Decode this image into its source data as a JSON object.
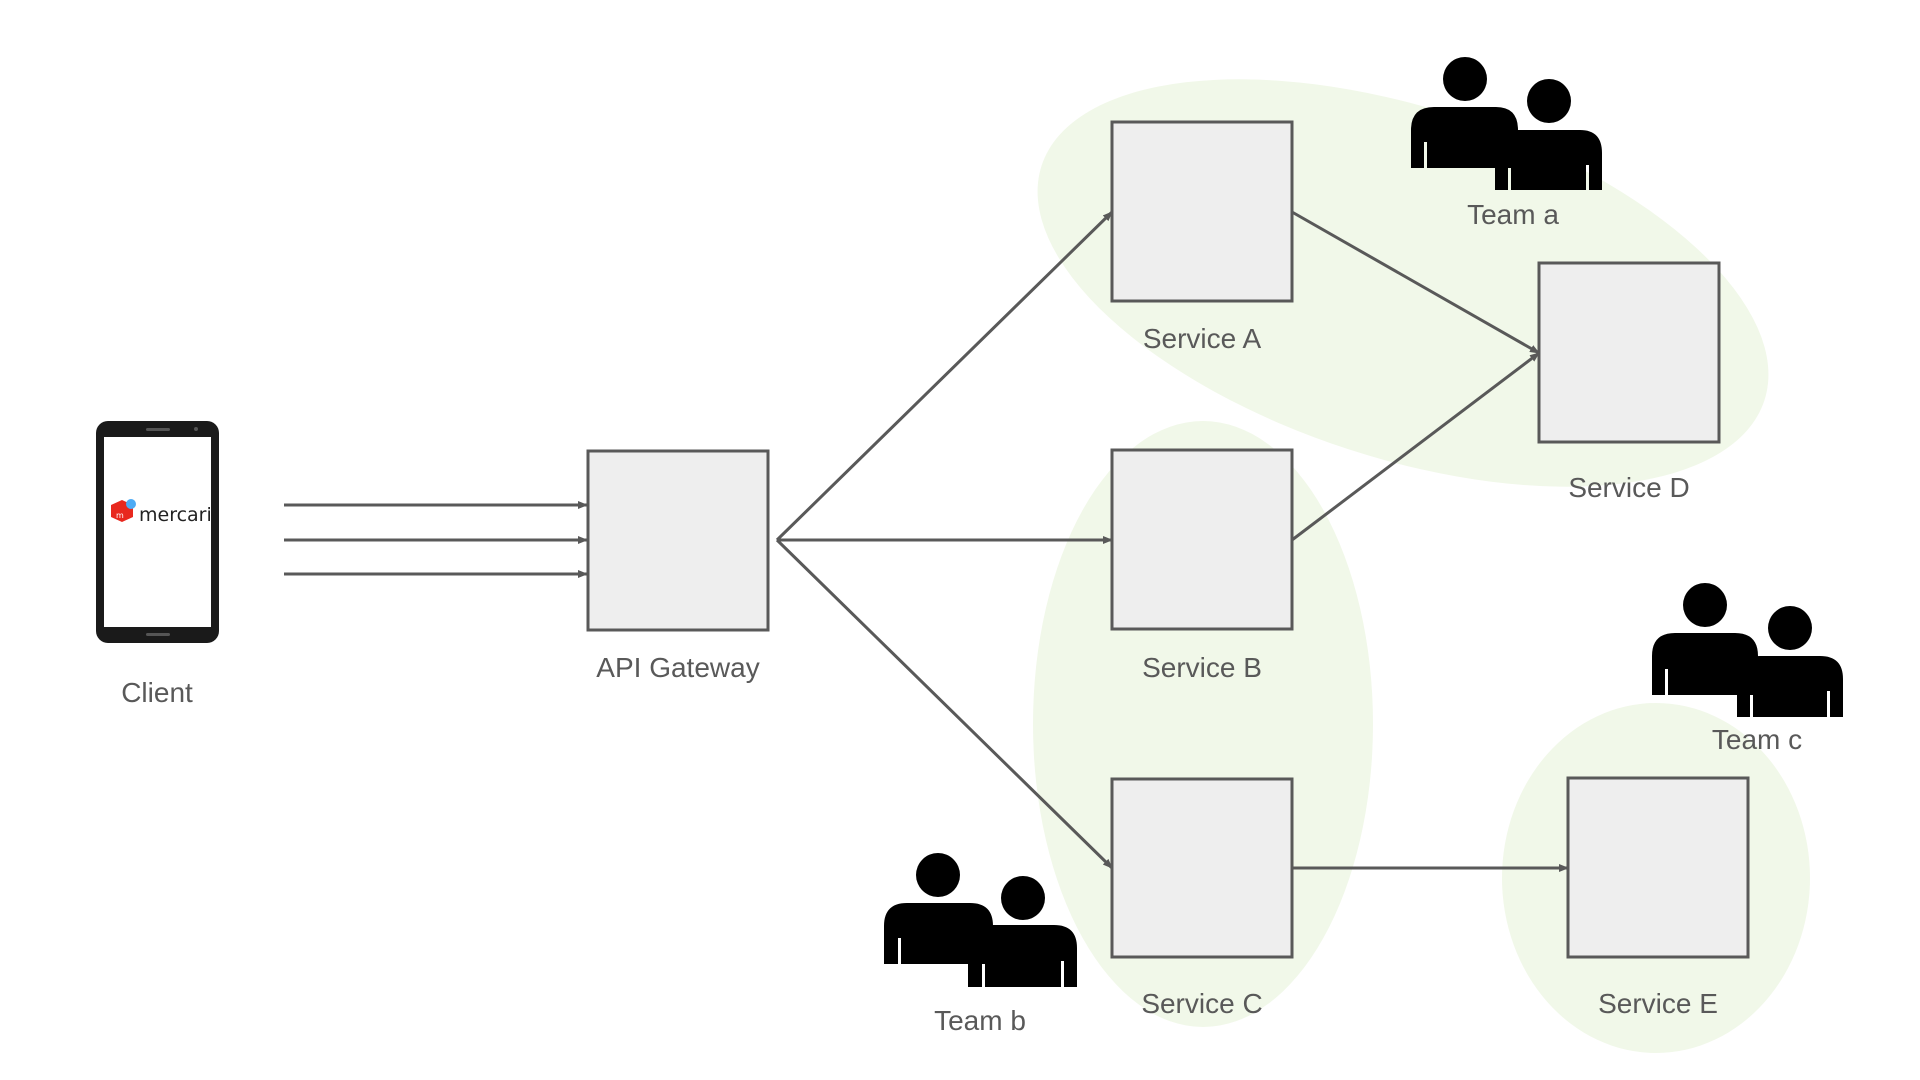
{
  "diagram": {
    "title": "",
    "client": {
      "label": "Client",
      "device": "smartphone-icon",
      "app_logo_text": "mercari",
      "app_logo_glyph": "m"
    },
    "gateway": {
      "id": "gateway",
      "label": "API Gateway"
    },
    "services": [
      {
        "id": "A",
        "label": "Service A"
      },
      {
        "id": "B",
        "label": "Service B"
      },
      {
        "id": "C",
        "label": "Service C"
      },
      {
        "id": "D",
        "label": "Service D"
      },
      {
        "id": "E",
        "label": "Service E"
      }
    ],
    "teams": [
      {
        "id": "a",
        "label": "Team a",
        "owns": [
          "A",
          "D"
        ]
      },
      {
        "id": "b",
        "label": "Team b",
        "owns": [
          "B",
          "C"
        ]
      },
      {
        "id": "c",
        "label": "Team c",
        "owns": [
          "E"
        ]
      }
    ],
    "edges": [
      {
        "from": "client",
        "to": "gateway",
        "count": 3
      },
      {
        "from": "gateway",
        "to": "A"
      },
      {
        "from": "gateway",
        "to": "B"
      },
      {
        "from": "gateway",
        "to": "C"
      },
      {
        "from": "A",
        "to": "D"
      },
      {
        "from": "B",
        "to": "D"
      },
      {
        "from": "C",
        "to": "E"
      }
    ],
    "colors": {
      "group_fill": "#f1f8e9",
      "box_fill": "#eeeeee",
      "stroke": "#595959",
      "team_icon": "#000000",
      "logo_red": "#e8281e",
      "logo_blue": "#4dabf5"
    }
  }
}
